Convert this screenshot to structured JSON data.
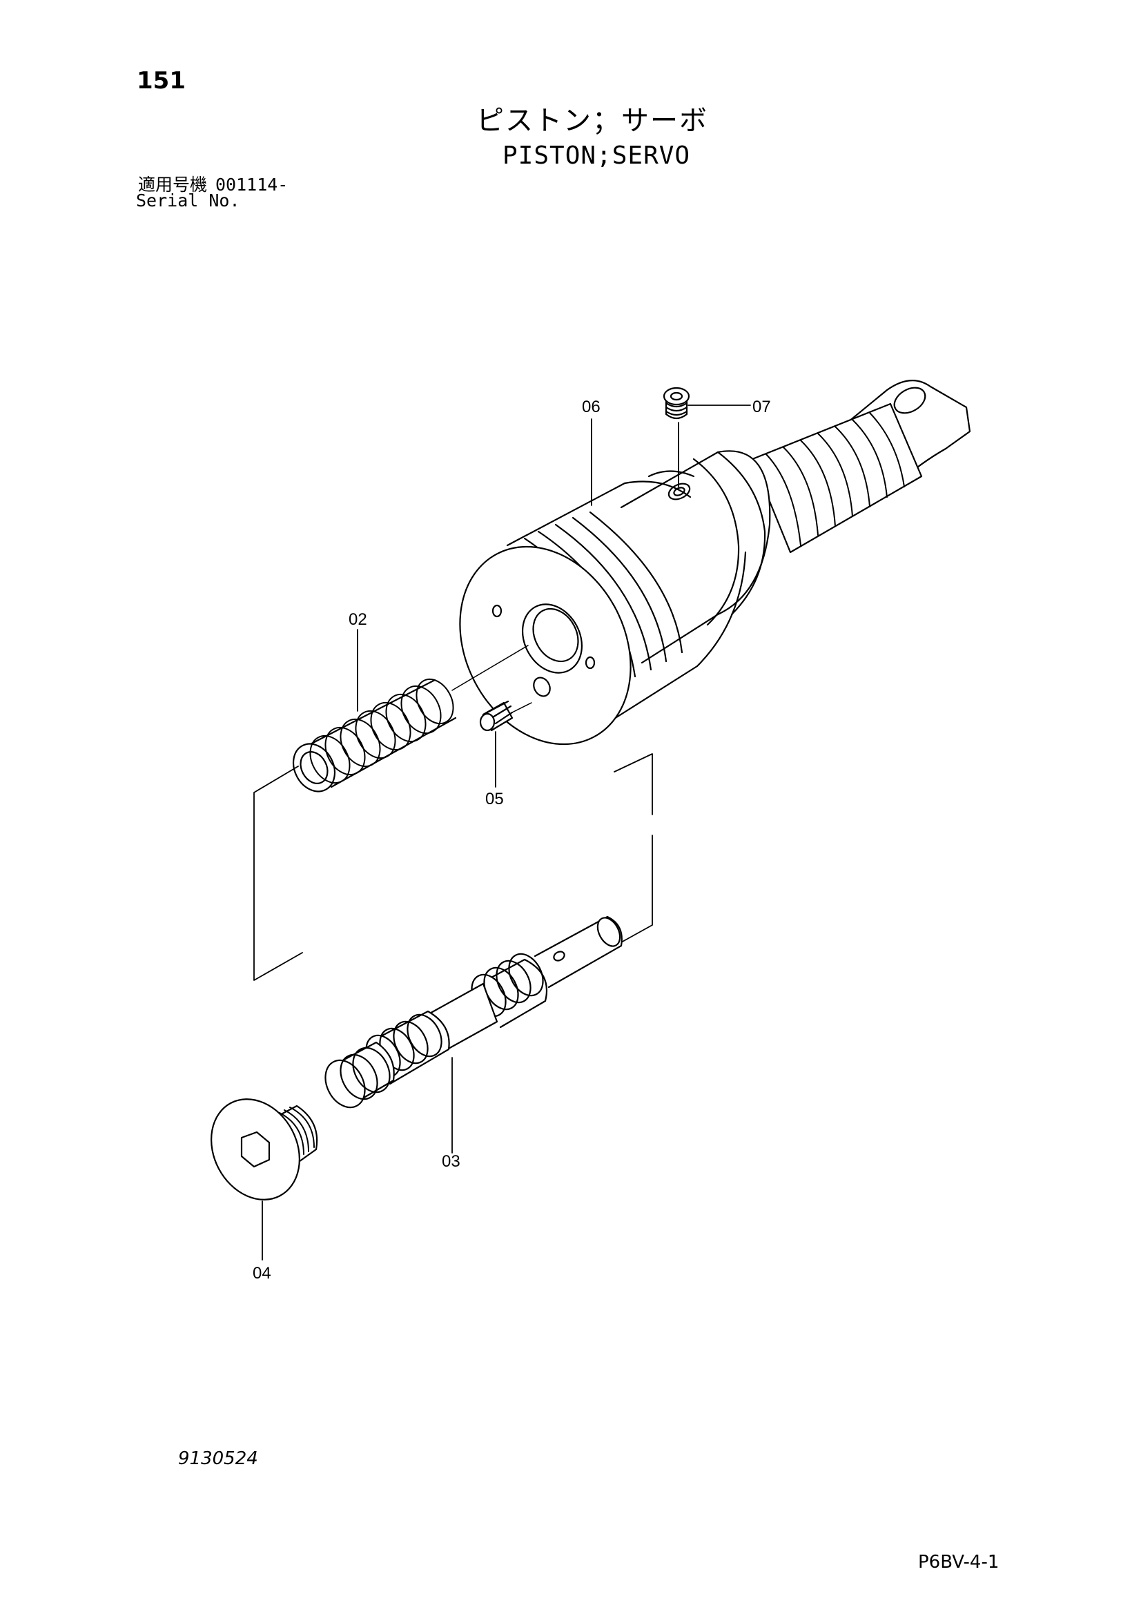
{
  "header": {
    "page_number": "151",
    "title_jp": "ピストン；サーボ",
    "title_en": "PISTON;SERVO",
    "serial_label_jp": "適用号機",
    "serial_value": "001114-",
    "serial_label_en": "Serial No."
  },
  "callouts": {
    "c02": "02",
    "c03": "03",
    "c04": "04",
    "c05": "05",
    "c06": "06",
    "c07": "07"
  },
  "footer": {
    "drawing_number": "9130524",
    "page_code": "P6BV-4-1"
  }
}
